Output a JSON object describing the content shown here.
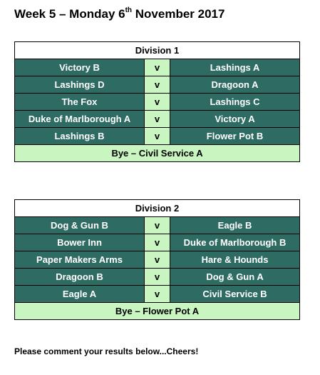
{
  "page": {
    "title_pre": "Week 5 – Monday 6",
    "title_sup": "th",
    "title_post": " November 2017",
    "footer": "Please comment your results below...Cheers!"
  },
  "division1": {
    "heading": "Division 1",
    "fixtures": [
      {
        "home": "Victory B",
        "vs": "v",
        "away": "Lashings A"
      },
      {
        "home": "Lashings D",
        "vs": "v",
        "away": "Dragoon A"
      },
      {
        "home": "The Fox",
        "vs": "v",
        "away": "Lashings C"
      },
      {
        "home": "Duke of Marlborough A",
        "vs": "v",
        "away": "Victory A"
      },
      {
        "home": "Lashings B",
        "vs": "v",
        "away": "Flower Pot B"
      }
    ],
    "bye": "Bye – Civil Service A"
  },
  "division2": {
    "heading": "Division 2",
    "fixtures": [
      {
        "home": "Dog & Gun B",
        "vs": "v",
        "away": "Eagle B"
      },
      {
        "home": "Bower Inn",
        "vs": "v",
        "away": "Duke of Marlborough B"
      },
      {
        "home": "Paper Makers Arms",
        "vs": "v",
        "away": "Hare & Hounds"
      },
      {
        "home": "Dragoon B",
        "vs": "v",
        "away": "Dog & Gun A"
      },
      {
        "home": "Eagle A",
        "vs": "v",
        "away": "Civil Service B"
      }
    ],
    "bye": "Bye – Flower Pot A"
  }
}
